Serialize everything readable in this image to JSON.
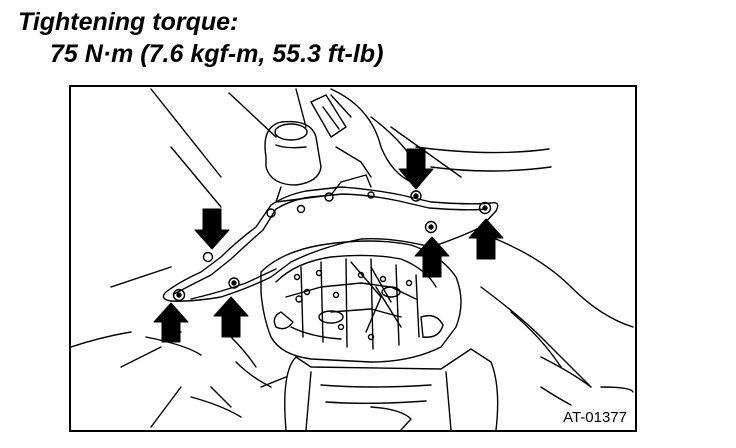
{
  "heading": {
    "title": "Tightening torque:",
    "torque": "75 N·m (7.6 kgf-m, 55.3 ft-lb)"
  },
  "figure": {
    "reference_code": "AT-01377",
    "arrow_count": 6
  }
}
